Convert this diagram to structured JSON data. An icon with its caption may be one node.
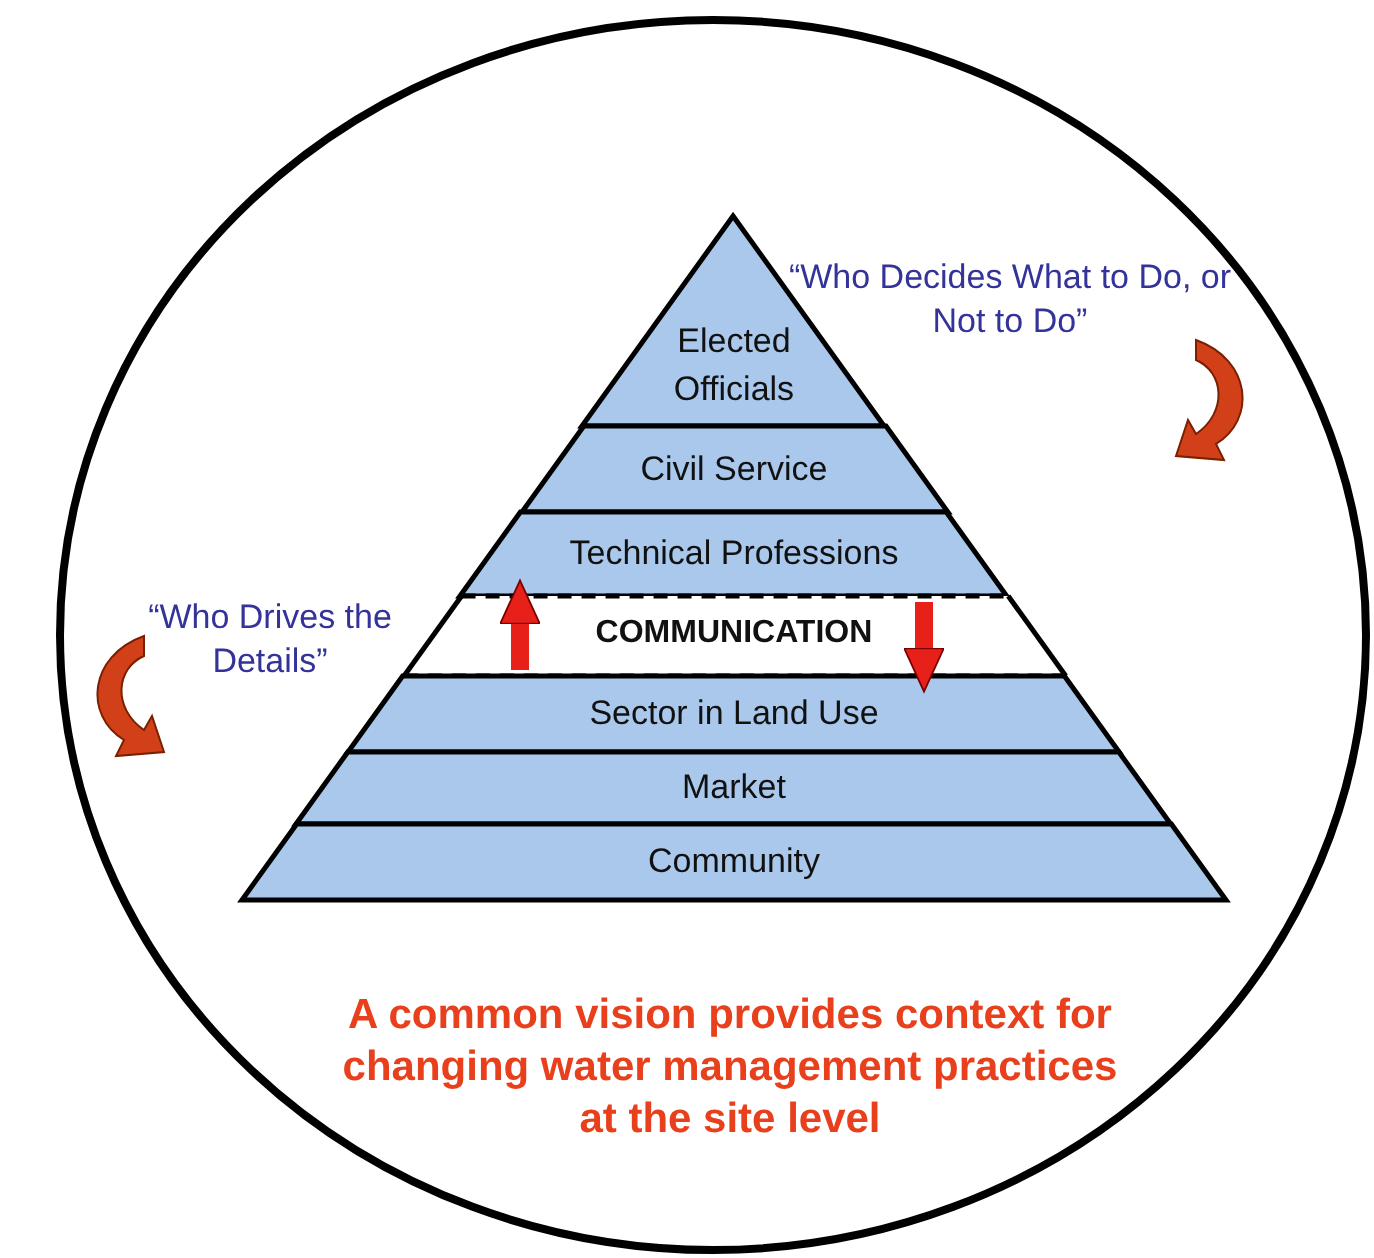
{
  "diagram": {
    "nodes": [
      {
        "text": [
          "A common vision provides context for changing water management practices at the site level"
        ]
      },
      {
        "text": [
          "Elected Officials"
        ],
        "in": 0
      },
      {
        "text": [
          "Civil Service"
        ],
        "in": 0
      },
      {
        "text": [
          "Technical Professions"
        ],
        "in": 0
      },
      {
        "text": [
          "COMMUNICATION"
        ],
        "in": 0
      },
      {
        "text": [
          "Sector in Land Use"
        ],
        "in": 0
      },
      {
        "text": [
          "Market"
        ],
        "in": 0
      },
      {
        "text": [
          "Community"
        ],
        "in": 0
      }
    ],
    "edges": [
      {
        "from": 4,
        "to": 3,
        "arrow": "to"
      },
      {
        "from": 4,
        "to": 5,
        "arrow": "to"
      }
    ],
    "labels": [
      "“Who Decides What to Do, or Not to Do”",
      "“Who Drives the Details”"
    ]
  }
}
